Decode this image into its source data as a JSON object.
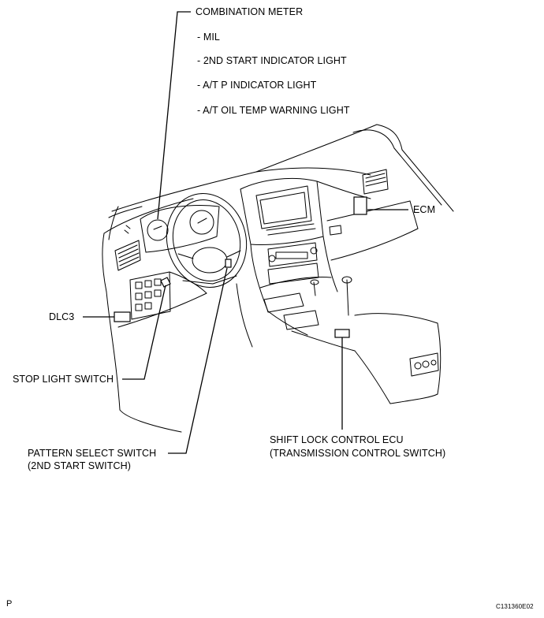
{
  "labels": {
    "combination_meter": "COMBINATION METER",
    "meter_items": [
      "- MIL",
      "- 2ND START INDICATOR LIGHT",
      "- A/T P INDICATOR LIGHT",
      "- A/T OIL TEMP WARNING LIGHT"
    ],
    "ecm": "ECM",
    "dlc3": "DLC3",
    "stop_light_switch": "STOP LIGHT SWITCH",
    "shift_lock_line1": "SHIFT LOCK CONTROL ECU",
    "shift_lock_line2": "(TRANSMISSION CONTROL SWITCH)",
    "pattern_select_line1": "PATTERN SELECT SWITCH",
    "pattern_select_line2": "(2ND START SWITCH)"
  },
  "footer": {
    "left": "P",
    "code": "C131360E02"
  }
}
